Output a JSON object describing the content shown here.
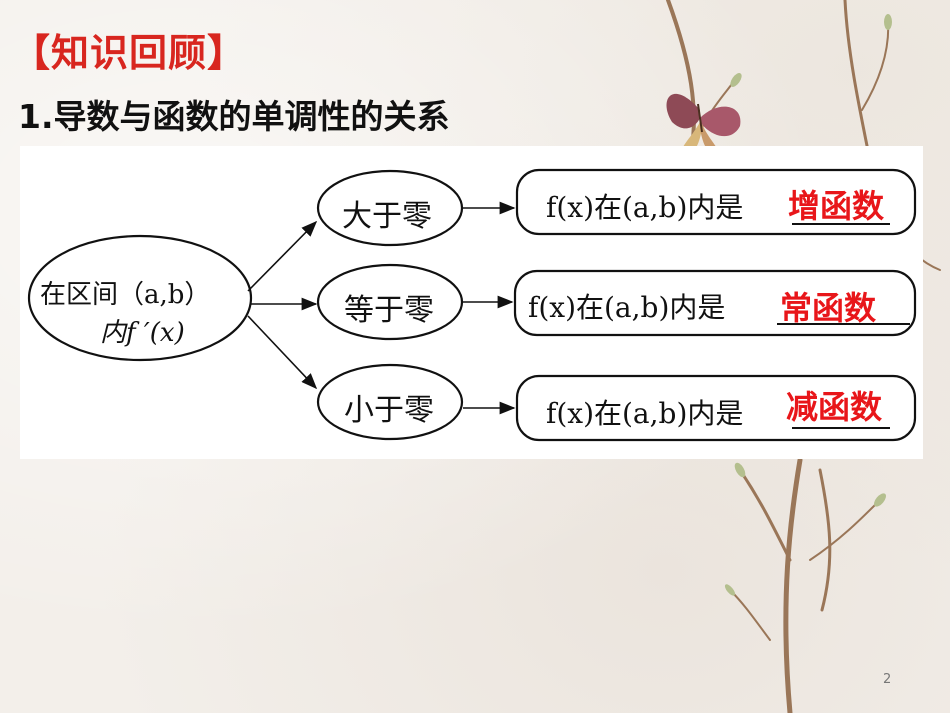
{
  "slide": {
    "section_title": "【知识回顾】",
    "heading": "1.导数与函数的单调性的关系",
    "page_number": "2"
  },
  "diagram": {
    "root": {
      "line1": "在区间（a,b）",
      "line2": "内f ′(x)"
    },
    "branches": [
      {
        "condition": "大于零",
        "statement": "f(x)在(a,b)内是",
        "answer": "增函数"
      },
      {
        "condition": "等于零",
        "statement": "f(x)在(a,b)内是",
        "answer": "常函数"
      },
      {
        "condition": "小于零",
        "statement": "f(x)在(a,b)内是",
        "answer": "减函数"
      }
    ]
  },
  "colors": {
    "title_red": "#d8261f",
    "answer_red": "#e8161a",
    "ink": "#111111"
  },
  "decorations": [
    "dried-branch-illustration",
    "butterfly-illustration"
  ]
}
